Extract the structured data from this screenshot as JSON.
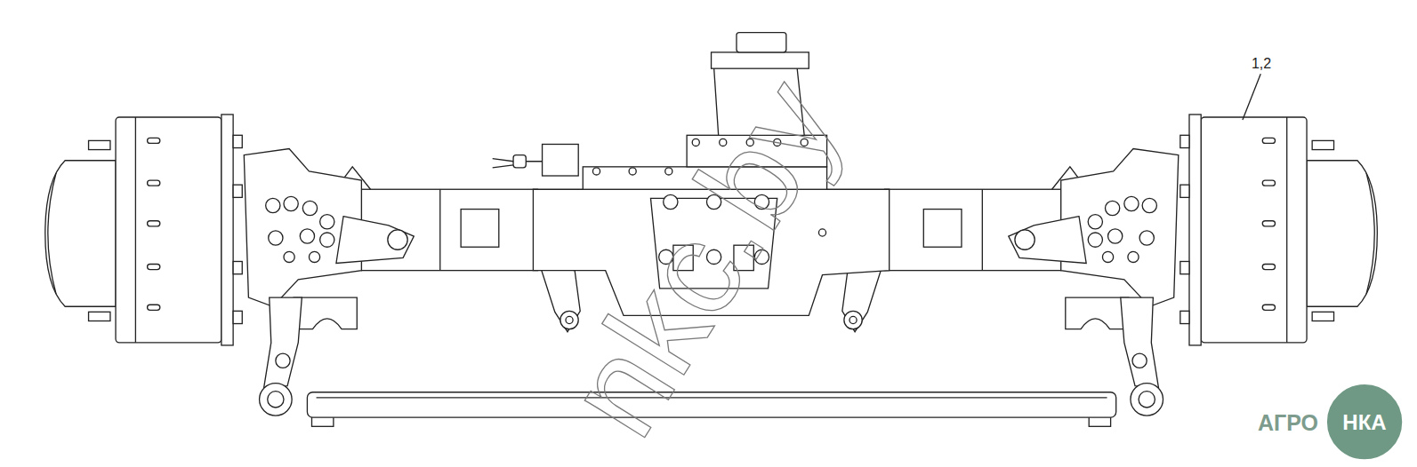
{
  "diagram": {
    "labels": [
      "1,2",
      "nkc.by",
      "АГРО",
      "НКА"
    ]
  }
}
